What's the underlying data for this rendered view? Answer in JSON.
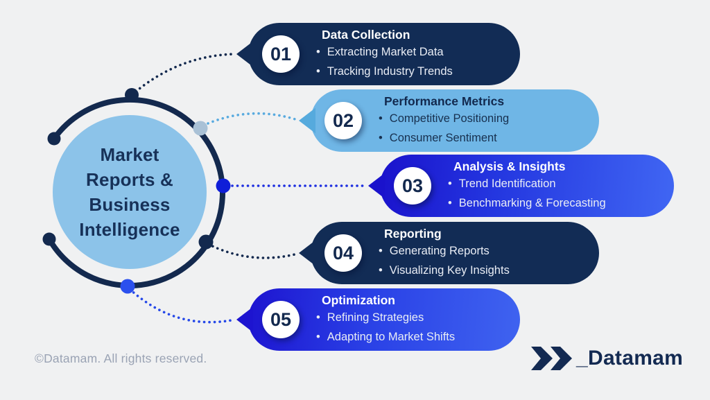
{
  "center": {
    "lines": [
      "Market",
      "Reports &",
      "Business",
      "Intelligence"
    ]
  },
  "steps": [
    {
      "number": "01",
      "title": "Data Collection",
      "bullets": [
        "Extracting Market Data",
        "Tracking Industry Trends"
      ]
    },
    {
      "number": "02",
      "title": "Performance Metrics",
      "bullets": [
        "Competitive Positioning",
        "Consumer Sentiment"
      ]
    },
    {
      "number": "03",
      "title": "Analysis & Insights",
      "bullets": [
        "Trend Identification",
        "Benchmarking & Forecasting"
      ]
    },
    {
      "number": "04",
      "title": "Reporting",
      "bullets": [
        "Generating Reports",
        "Visualizing Key Insights"
      ]
    },
    {
      "number": "05",
      "title": "Optimization",
      "bullets": [
        "Refining Strategies",
        "Adapting to Market Shifts"
      ]
    }
  ],
  "ui": {
    "bullet_char": "•"
  },
  "footer": {
    "copyright": "©Datamam. All rights reserved.",
    "brand": "_Datamam"
  },
  "colors": {
    "background": "#f0f1f2",
    "navy": "#13294e",
    "pill_navy": "#122c55",
    "pill_sky": "#6fb6e6",
    "pill_blue_gradient_start": "#1a12cc",
    "pill_blue_gradient_end": "#4066f3",
    "center_circle": "#8cc3e9",
    "gray_node": "#a9c1d6",
    "blue_node": "#1a2ede",
    "copyright_gray": "#9aa3b4"
  }
}
